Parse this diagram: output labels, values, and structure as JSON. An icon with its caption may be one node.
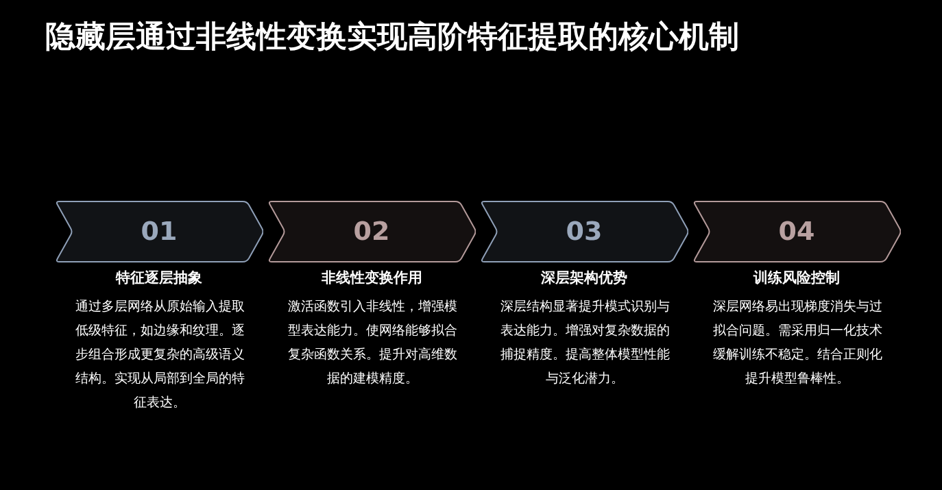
{
  "diagram": {
    "title": "隐藏层通过非线性变换实现高阶特征提取的核心机制",
    "nodes": [
      {
        "text": [
          "01",
          "特征逐层抽象",
          "通过多层网络从原始输入提取低级特征，如边缘和纹理。逐步组合形成更复杂的高级语义结构。实现从局部到全局的特征表达。"
        ]
      },
      {
        "text": [
          "02",
          "非线性变换作用",
          "激活函数引入非线性，增强模型表达能力。使网络能够拟合复杂函数关系。提升对高维数据的建模精度。"
        ]
      },
      {
        "text": [
          "03",
          "深层架构优势",
          "深层结构显著提升模式识别与表达能力。增强对复杂数据的捕捉精度。提高整体模型性能与泛化潜力。"
        ]
      },
      {
        "text": [
          "04",
          "训练风险控制",
          "深层网络易出现梯度消失与过拟合问题。需采用归一化技术缓解训练不稳定。结合正则化提升模型鲁棒性。"
        ]
      }
    ],
    "edges": []
  }
}
